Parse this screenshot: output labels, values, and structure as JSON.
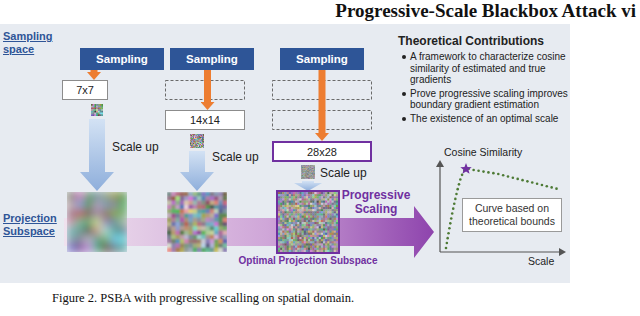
{
  "diagram": {
    "caption": "Figure 2. PSBA with progressive scalling on spatial domain.",
    "nodes": [
      {
        "text": [
          "Sampling"
        ]
      },
      {
        "text": [
          "Sampling"
        ]
      },
      {
        "text": [
          "Sampling"
        ]
      },
      {
        "text": [
          "7x7"
        ]
      },
      {
        "text": [
          "14x14"
        ]
      },
      {
        "text": [
          "28x28"
        ]
      },
      {
        "text": [
          "Optimal Projection Subspace"
        ]
      },
      {
        "text": [
          "Curve based on theoretical bounds"
        ]
      }
    ],
    "edges": [
      {
        "from": 0,
        "to": 3,
        "arrow": "to"
      },
      {
        "from": 1,
        "to": 4,
        "arrow": "to"
      },
      {
        "from": 2,
        "to": 5,
        "arrow": "to"
      }
    ],
    "labels": [
      "Progressive-Scale Blackbox Attack vi",
      "Sampling space",
      "Scale up",
      "Scale up",
      "Scale up",
      "Projection Subspace",
      "Theoretical Contributions",
      "A framework to characterize cosine similarity of estimated and true gradients",
      "Prove progressive scaling improves boundary gradient estimation",
      "The existence of an optimal scale",
      "Progressive Scaling",
      "Cosine Similarity",
      "Scale"
    ]
  }
}
